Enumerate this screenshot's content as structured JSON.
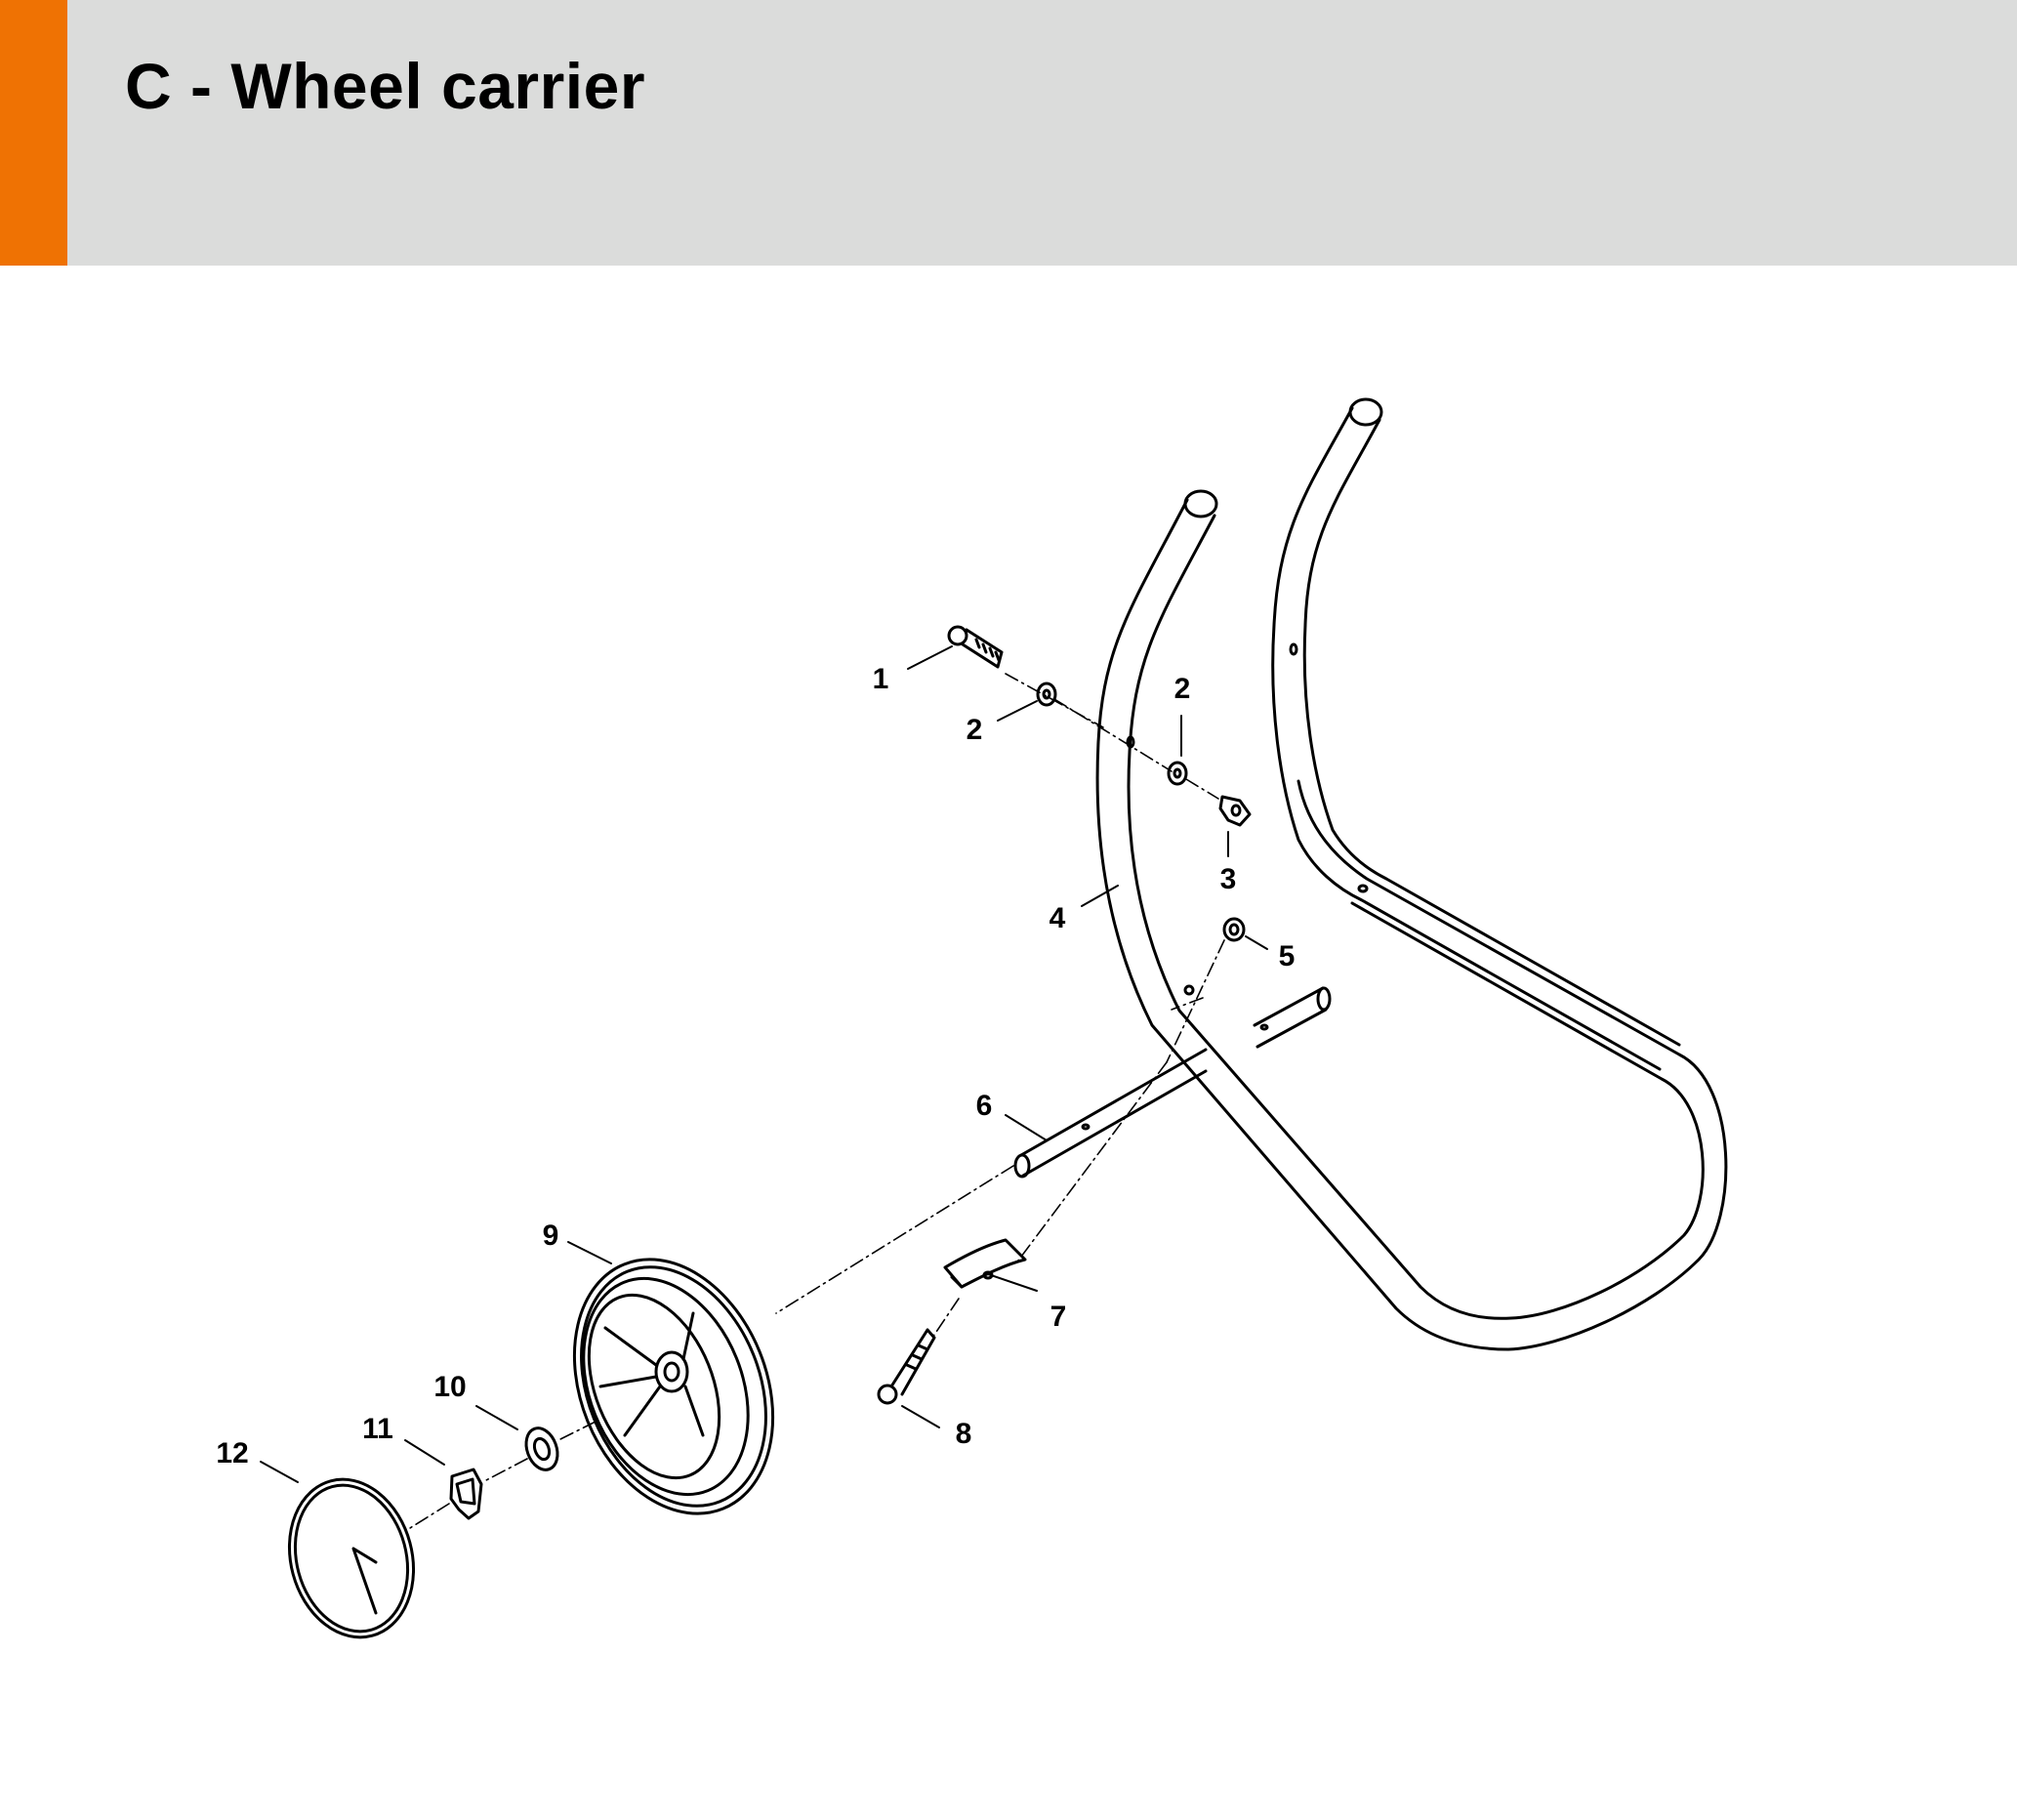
{
  "header": {
    "title": "C - Wheel carrier",
    "accent_color": "#ef7203",
    "background_color": "#dbdcdb"
  },
  "diagram": {
    "parts": [
      {
        "number": "1",
        "name": "bolt"
      },
      {
        "number": "2",
        "name": "washer"
      },
      {
        "number": "2",
        "name": "washer"
      },
      {
        "number": "3",
        "name": "square-nut"
      },
      {
        "number": "4",
        "name": "wheel-carrier-frame"
      },
      {
        "number": "5",
        "name": "nut"
      },
      {
        "number": "6",
        "name": "axle"
      },
      {
        "number": "7",
        "name": "clamp"
      },
      {
        "number": "8",
        "name": "bolt"
      },
      {
        "number": "9",
        "name": "wheel"
      },
      {
        "number": "10",
        "name": "washer"
      },
      {
        "number": "11",
        "name": "retaining-clip"
      },
      {
        "number": "12",
        "name": "hub-cap"
      }
    ]
  }
}
